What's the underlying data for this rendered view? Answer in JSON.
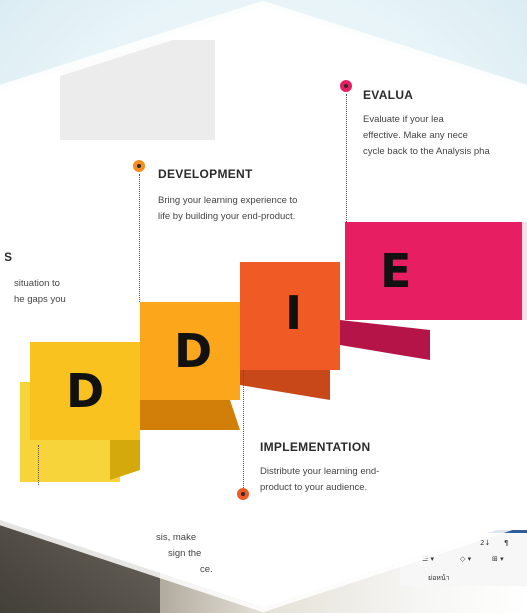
{
  "phases": {
    "analysis": {
      "heading": "S",
      "lines": [
        "situation to",
        "he gaps you"
      ]
    },
    "design": {
      "lines": [
        "sis, make",
        "sign the",
        "ce."
      ]
    },
    "development": {
      "heading": "DEVELOPMENT",
      "lines": [
        "Bring your learning experience to",
        "life by building your end-product."
      ]
    },
    "implementation": {
      "heading": "IMPLEMENTATION",
      "lines": [
        "Distribute your learning end-",
        "product to your audience."
      ]
    },
    "evaluation": {
      "heading": "EVALUA",
      "lines": [
        "Evaluate if your lea",
        "effective. Make any nece",
        "cycle back to the Analysis pha"
      ]
    }
  },
  "letters": [
    "D",
    "D",
    "I",
    "E"
  ],
  "background_toolbar": {
    "sort_icon": "2↓",
    "pilcrow": "¶",
    "list_icon": "☰ ▾",
    "paint_icon": "◇ ▾",
    "grid_icon": "⊞ ▾",
    "caption": "ย่อหน้า"
  },
  "colors": {
    "yellow": "#f9c21e",
    "amber": "#fba61b",
    "orange": "#f68d1f",
    "red_orange": "#f05a25",
    "pink": "#e81e62",
    "frame": "#dceef4"
  }
}
